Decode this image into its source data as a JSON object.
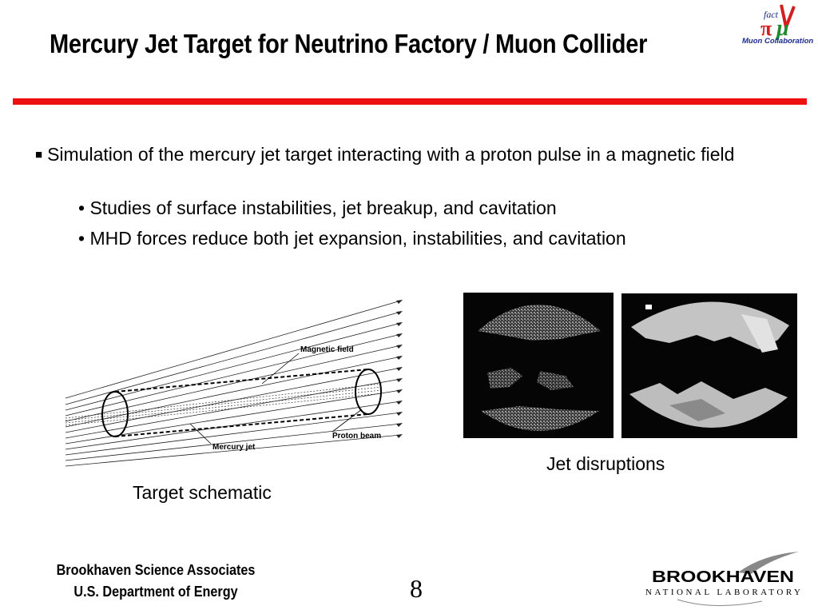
{
  "slide": {
    "title": "Mercury Jet Target for Neutrino Factory / Muon Collider",
    "bullet_main": "Simulation of the mercury jet target interacting with a proton pulse in a magnetic field",
    "sub_bullets": [
      "• Studies of surface instabilities, jet breakup, and cavitation",
      "• MHD forces reduce both jet expansion, instabilities, and cavitation"
    ],
    "schematic": {
      "label_field": "Magnetic field",
      "label_jet": "Mercury jet",
      "label_beam": "Proton beam",
      "caption": "Target schematic"
    },
    "photos": {
      "caption": "Jet disruptions"
    },
    "page_number": "8"
  },
  "logo_fact": {
    "text_fact": "fact",
    "text_mu": "μ",
    "caption": "Muon Collaboration",
    "colors": {
      "green": "#1a8a2a",
      "red": "#d21f1f",
      "blue": "#1a2a8a"
    }
  },
  "footer": {
    "org_line1": "Brookhaven Science Associates",
    "org_line2": "U.S. Department of Energy"
  },
  "bnl_logo": {
    "name": "BROOKHAVEN",
    "subtitle": "NATIONAL LABORATORY"
  },
  "colors": {
    "accent_rule": "#ee1111",
    "text": "#000000"
  }
}
